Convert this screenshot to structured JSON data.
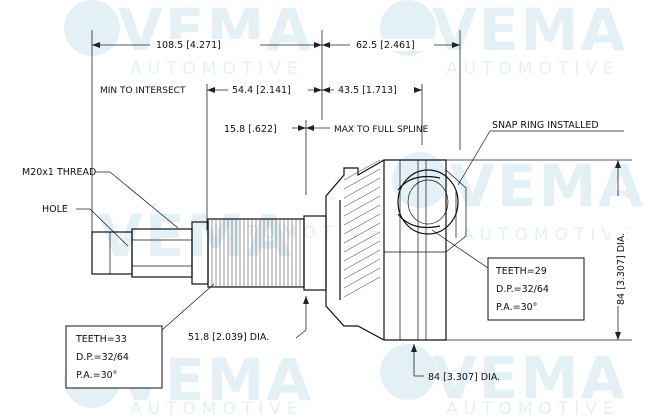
{
  "watermark": {
    "brand": "VEMA",
    "sub": "AUTOMOTIVE"
  },
  "dimensions": {
    "overall_left": "108.5 [4.271]",
    "overall_right": "62.5 [2.461]",
    "min_to_intersect_label": "MIN TO INTERSECT",
    "min_to_intersect_value": "54.4 [2.141]",
    "inner_right": "43.5 [1.713]",
    "spline_len": "15.8 [.622]",
    "max_full_spline": "MAX TO FULL SPLINE",
    "thread": "M20x1 THREAD",
    "hole": "HOLE",
    "snap_ring": "SNAP RING INSTALLED",
    "shaft_dia": "51.8 [2.039] DIA.",
    "outer_dia_bottom": "84 [3.307] DIA.",
    "outer_dia_right": "84 [3.307] DIA."
  },
  "inner_spec": {
    "teeth": "TEETH=29",
    "dp": "D.P.=32/64",
    "pa": "P.A.=30°"
  },
  "outer_spec": {
    "teeth": "TEETH=33",
    "dp": "D.P.=32/64",
    "pa": "P.A.=30°"
  }
}
